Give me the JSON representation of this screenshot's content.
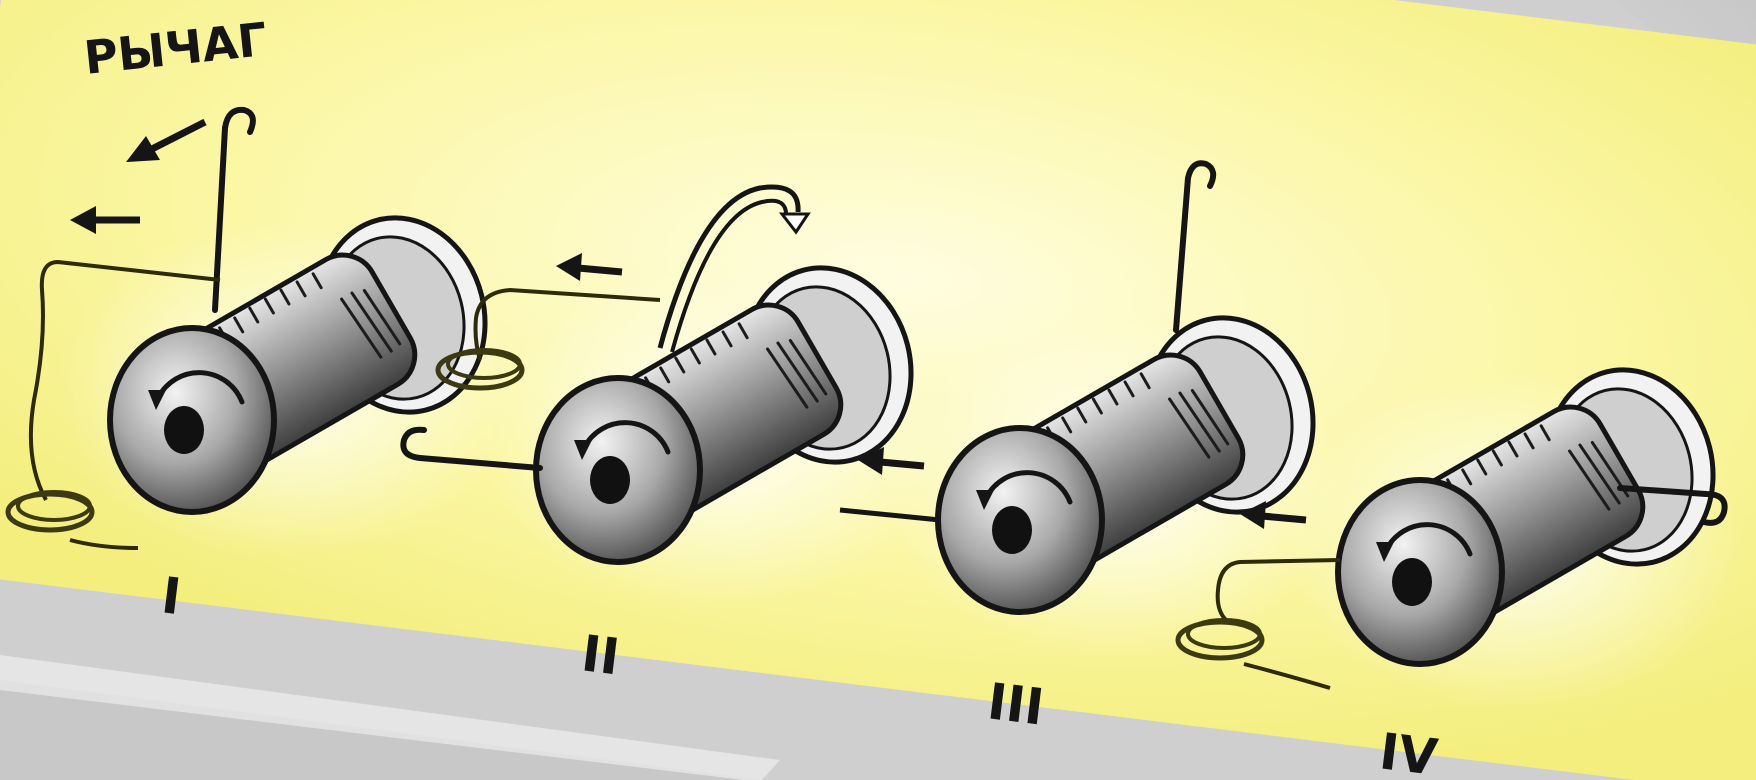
{
  "diagram": {
    "title_label": "РЫЧАГ",
    "stage_labels": [
      "I",
      "II",
      "III",
      "IV"
    ],
    "colors": {
      "paper": "#fbf79a",
      "paper_light": "#fffde0",
      "ink": "#151515",
      "spool_light": "#efefef",
      "spool_dark": "#4a4a4a",
      "backdrop": "#d9d9d9"
    }
  }
}
